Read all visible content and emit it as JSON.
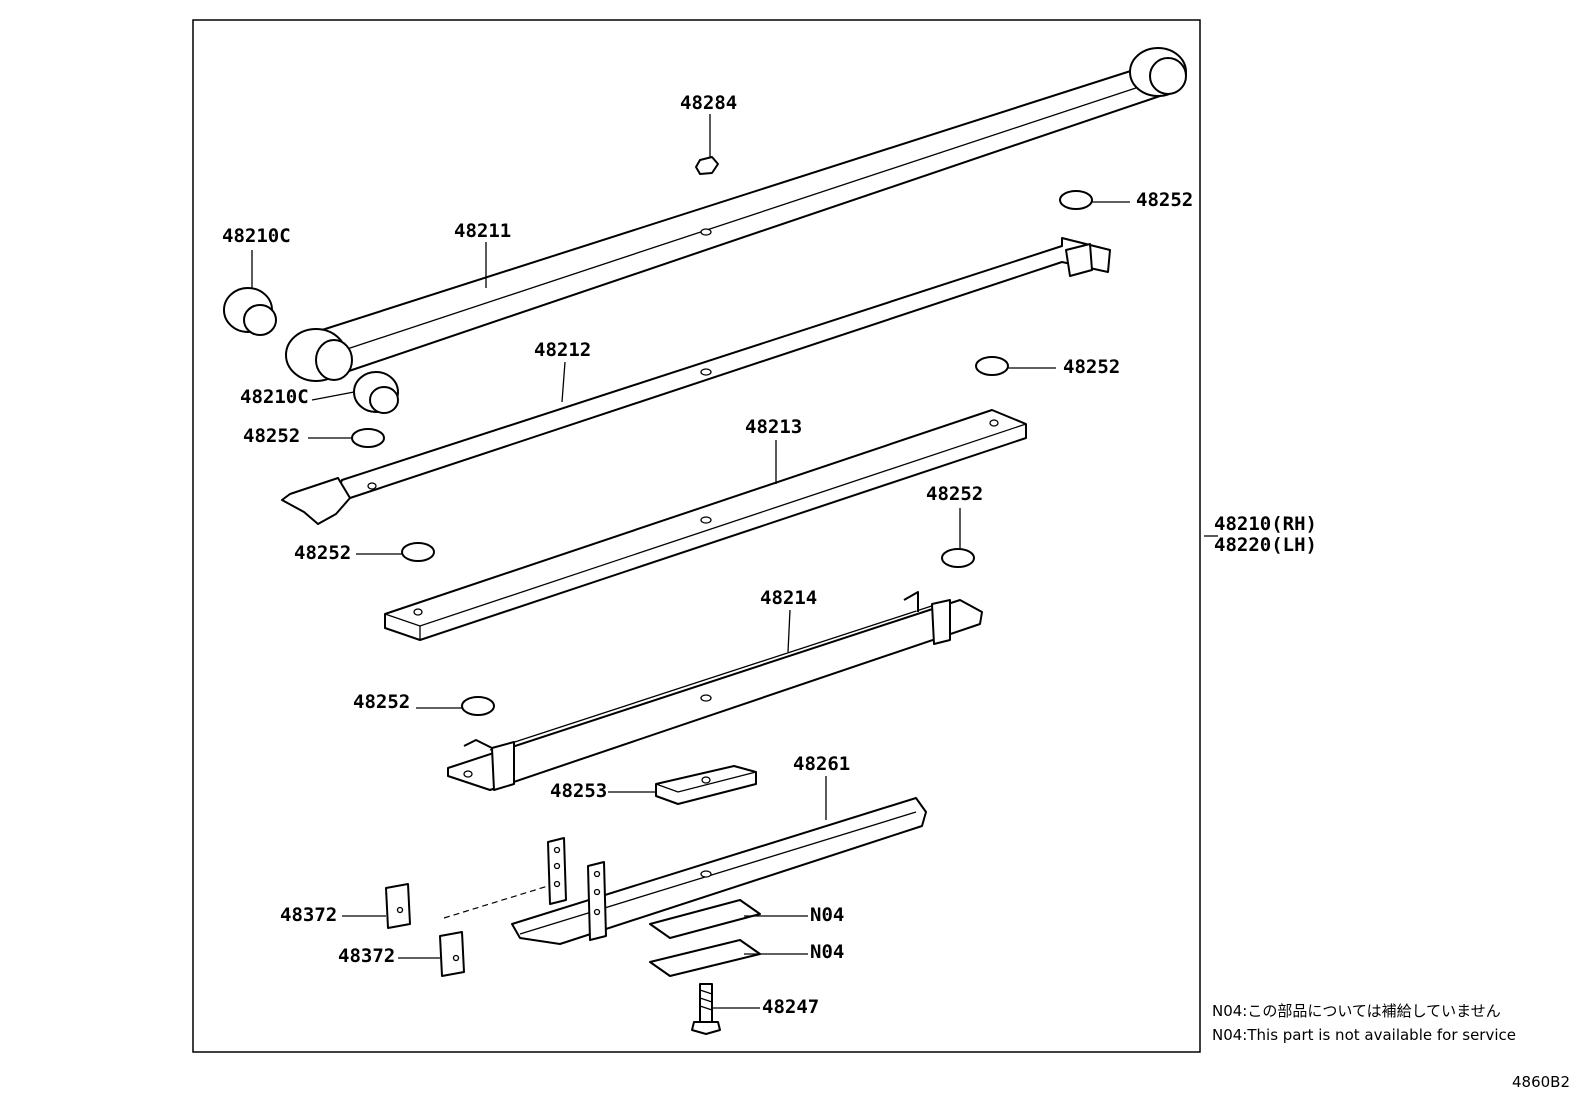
{
  "labels": {
    "p48284": "48284",
    "p48252_a": "48252",
    "p48210c_a": "48210C",
    "p48211": "48211",
    "p48212": "48212",
    "p48252_b": "48252",
    "p48210c_b": "48210C",
    "p48252_c": "48252",
    "p48213": "48213",
    "p48252_d": "48252",
    "p48210_rh": "48210(RH)",
    "p48220_lh": "48220(LH)",
    "p48252_e": "48252",
    "p48214": "48214",
    "p48252_f": "48252",
    "p48261": "48261",
    "p48253": "48253",
    "p48372_a": "48372",
    "n04_a": "N04",
    "p48372_b": "48372",
    "n04_b": "N04",
    "p48247": "48247"
  },
  "notes": {
    "jp": "N04:この部品については補給していません",
    "en": "N04:This part is not available for service"
  },
  "diagram_id": "4860B2"
}
